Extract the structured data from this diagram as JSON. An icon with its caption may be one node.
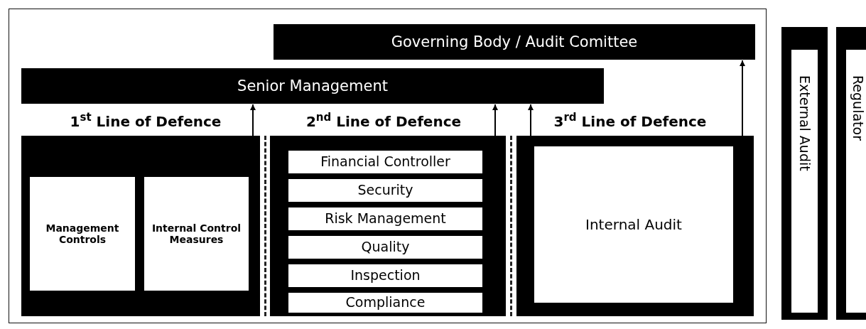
{
  "diagram": {
    "nodes": [
      {
        "text": [
          "Governing Body / Audit Comittee"
        ]
      },
      {
        "text": [
          "Senior Management"
        ]
      },
      {
        "text": [
          "1$^{st}$ Line of Defence"
        ]
      },
      {
        "text": [
          "Management Controls"
        ],
        "in": 2
      },
      {
        "text": [
          "Internal Control Measures"
        ],
        "in": 2
      },
      {
        "text": [
          "2$^{nd}$ Line of Defence"
        ]
      },
      {
        "text": [
          "Financial Controller"
        ],
        "in": 5
      },
      {
        "text": [
          "Security"
        ],
        "in": 5
      },
      {
        "text": [
          "Risk Management"
        ],
        "in": 5
      },
      {
        "text": [
          "Quality"
        ],
        "in": 5
      },
      {
        "text": [
          "Inspection"
        ],
        "in": 5
      },
      {
        "text": [
          "Compliance"
        ],
        "in": 5
      },
      {
        "text": [
          "3$^{rd}$ Line of Defence"
        ]
      },
      {
        "text": [
          "Internal Audit"
        ],
        "in": 12
      },
      {
        "text": [
          "External Audit"
        ]
      },
      {
        "text": [
          "Regulator"
        ]
      }
    ],
    "edges": [
      {
        "from": 2,
        "to": 1,
        "arrow": "to"
      },
      {
        "from": 5,
        "to": 1,
        "arrow": "to"
      },
      {
        "from": 12,
        "to": 1,
        "arrow": "to"
      },
      {
        "from": 12,
        "to": 0,
        "arrow": "to"
      }
    ]
  }
}
